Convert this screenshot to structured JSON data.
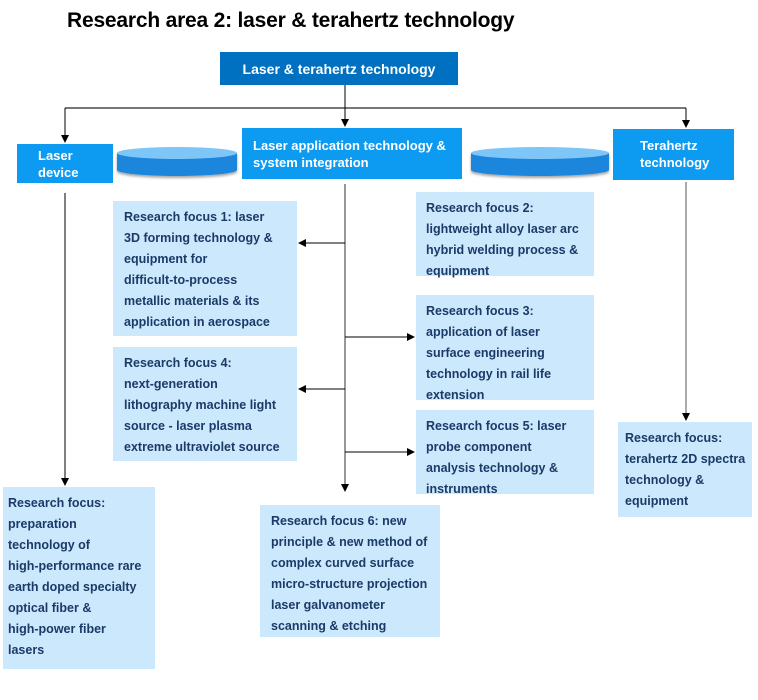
{
  "title": "Research area 2: laser & terahertz technology",
  "root": {
    "label": "Laser & terahertz technology"
  },
  "categories": {
    "laser_device": {
      "lines": [
        "Laser",
        "device"
      ]
    },
    "laser_application": {
      "lines": [
        "Laser application technology &",
        "system integration"
      ]
    },
    "terahertz": {
      "lines": [
        "Terahertz",
        "technology"
      ]
    }
  },
  "focus": {
    "f1": {
      "lines": [
        "Research focus 1: laser",
        "3D forming technology &",
        "equipment for",
        "difficult-to-process",
        "metallic materials & its",
        "application in aerospace"
      ]
    },
    "f2": {
      "lines": [
        "Research focus 2:",
        "lightweight alloy laser arc",
        "hybrid welding process &",
        "equipment"
      ]
    },
    "f3": {
      "lines": [
        "Research focus 3:",
        "application of laser",
        "surface engineering",
        "technology in rail life",
        "extension"
      ]
    },
    "f4": {
      "lines": [
        "Research focus 4:",
        "next-generation",
        "lithography machine light",
        "source - laser plasma",
        "extreme ultraviolet source"
      ]
    },
    "f5": {
      "lines": [
        "Research focus 5: laser",
        "probe component",
        "analysis technology &",
        "instruments"
      ]
    },
    "f6": {
      "lines": [
        "Research focus 6: new",
        "principle & new method of",
        "complex curved surface",
        "micro-structure projection",
        "laser galvanometer",
        "scanning & etching"
      ]
    },
    "laser_device_focus": {
      "lines": [
        "Research focus:",
        "preparation",
        "technology of",
        "high-performance rare",
        "earth doped specialty",
        "optical fiber &",
        "high-power fiber",
        "lasers"
      ]
    },
    "terahertz_focus": {
      "lines": [
        "Research focus:",
        "terahertz 2D spectra",
        "technology &",
        "equipment"
      ]
    }
  },
  "colors": {
    "root_fill": "#0070c0",
    "category_fill": "#0d9bf2",
    "focus_fill": "#cce8fc",
    "focus_text": "#1b3a68",
    "cylinder_top": "#7fc6f8",
    "cylinder_body": "#1a86dc"
  }
}
